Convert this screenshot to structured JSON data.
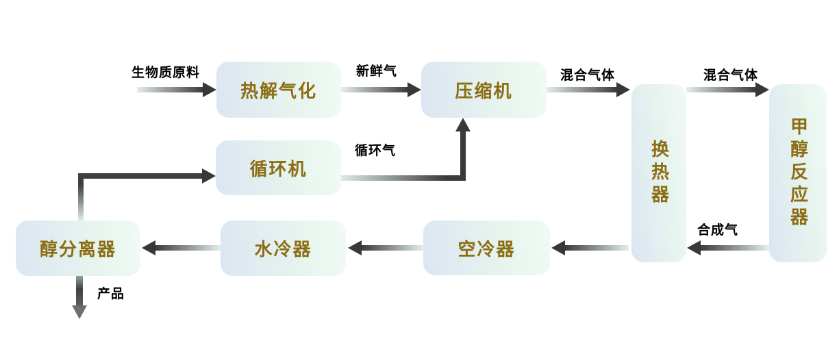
{
  "diagram": {
    "type": "process-flow-diagram",
    "nodes": {
      "pyrolysis": {
        "label": "热解气化"
      },
      "compressor": {
        "label": "压缩机"
      },
      "heat_exchanger": {
        "label": "换热器"
      },
      "methanol_reactor": {
        "label": "甲醇反应器"
      },
      "recycle_machine": {
        "label": "循环机"
      },
      "air_cooler": {
        "label": "空冷器"
      },
      "water_cooler": {
        "label": "水冷器"
      },
      "alcohol_separator": {
        "label": "醇分离器"
      }
    },
    "streams": {
      "biomass_feed": "生物质原料",
      "fresh_gas": "新鲜气",
      "mixed_gas_1": "混合气体",
      "mixed_gas_2": "混合气体",
      "recycle_gas": "循环气",
      "syngas": "合成气",
      "product": "产品"
    },
    "flows": [
      {
        "from": "feed-input",
        "to": "热解气化",
        "label": "生物质原料"
      },
      {
        "from": "热解气化",
        "to": "压缩机",
        "label": "新鲜气"
      },
      {
        "from": "压缩机",
        "to": "换热器",
        "label": "混合气体"
      },
      {
        "from": "换热器",
        "to": "甲醇反应器",
        "label": "混合气体"
      },
      {
        "from": "甲醇反应器",
        "to": "换热器",
        "label": "合成气"
      },
      {
        "from": "换热器",
        "to": "空冷器",
        "label": ""
      },
      {
        "from": "空冷器",
        "to": "水冷器",
        "label": ""
      },
      {
        "from": "水冷器",
        "to": "醇分离器",
        "label": ""
      },
      {
        "from": "醇分离器",
        "to": "循环机",
        "label": ""
      },
      {
        "from": "循环机",
        "to": "压缩机",
        "label": "循环气"
      },
      {
        "from": "醇分离器",
        "to": "product-output",
        "label": "产品"
      }
    ],
    "colors": {
      "background": "#ffffff",
      "node_fill_start": "#dbe6f2",
      "node_fill_end": "#f1faf4",
      "node_text": "#8b6d13",
      "stream_label_text": "#000000",
      "arrow_dark": "#3b3b3b",
      "arrow_light": "#e4efe8"
    }
  }
}
